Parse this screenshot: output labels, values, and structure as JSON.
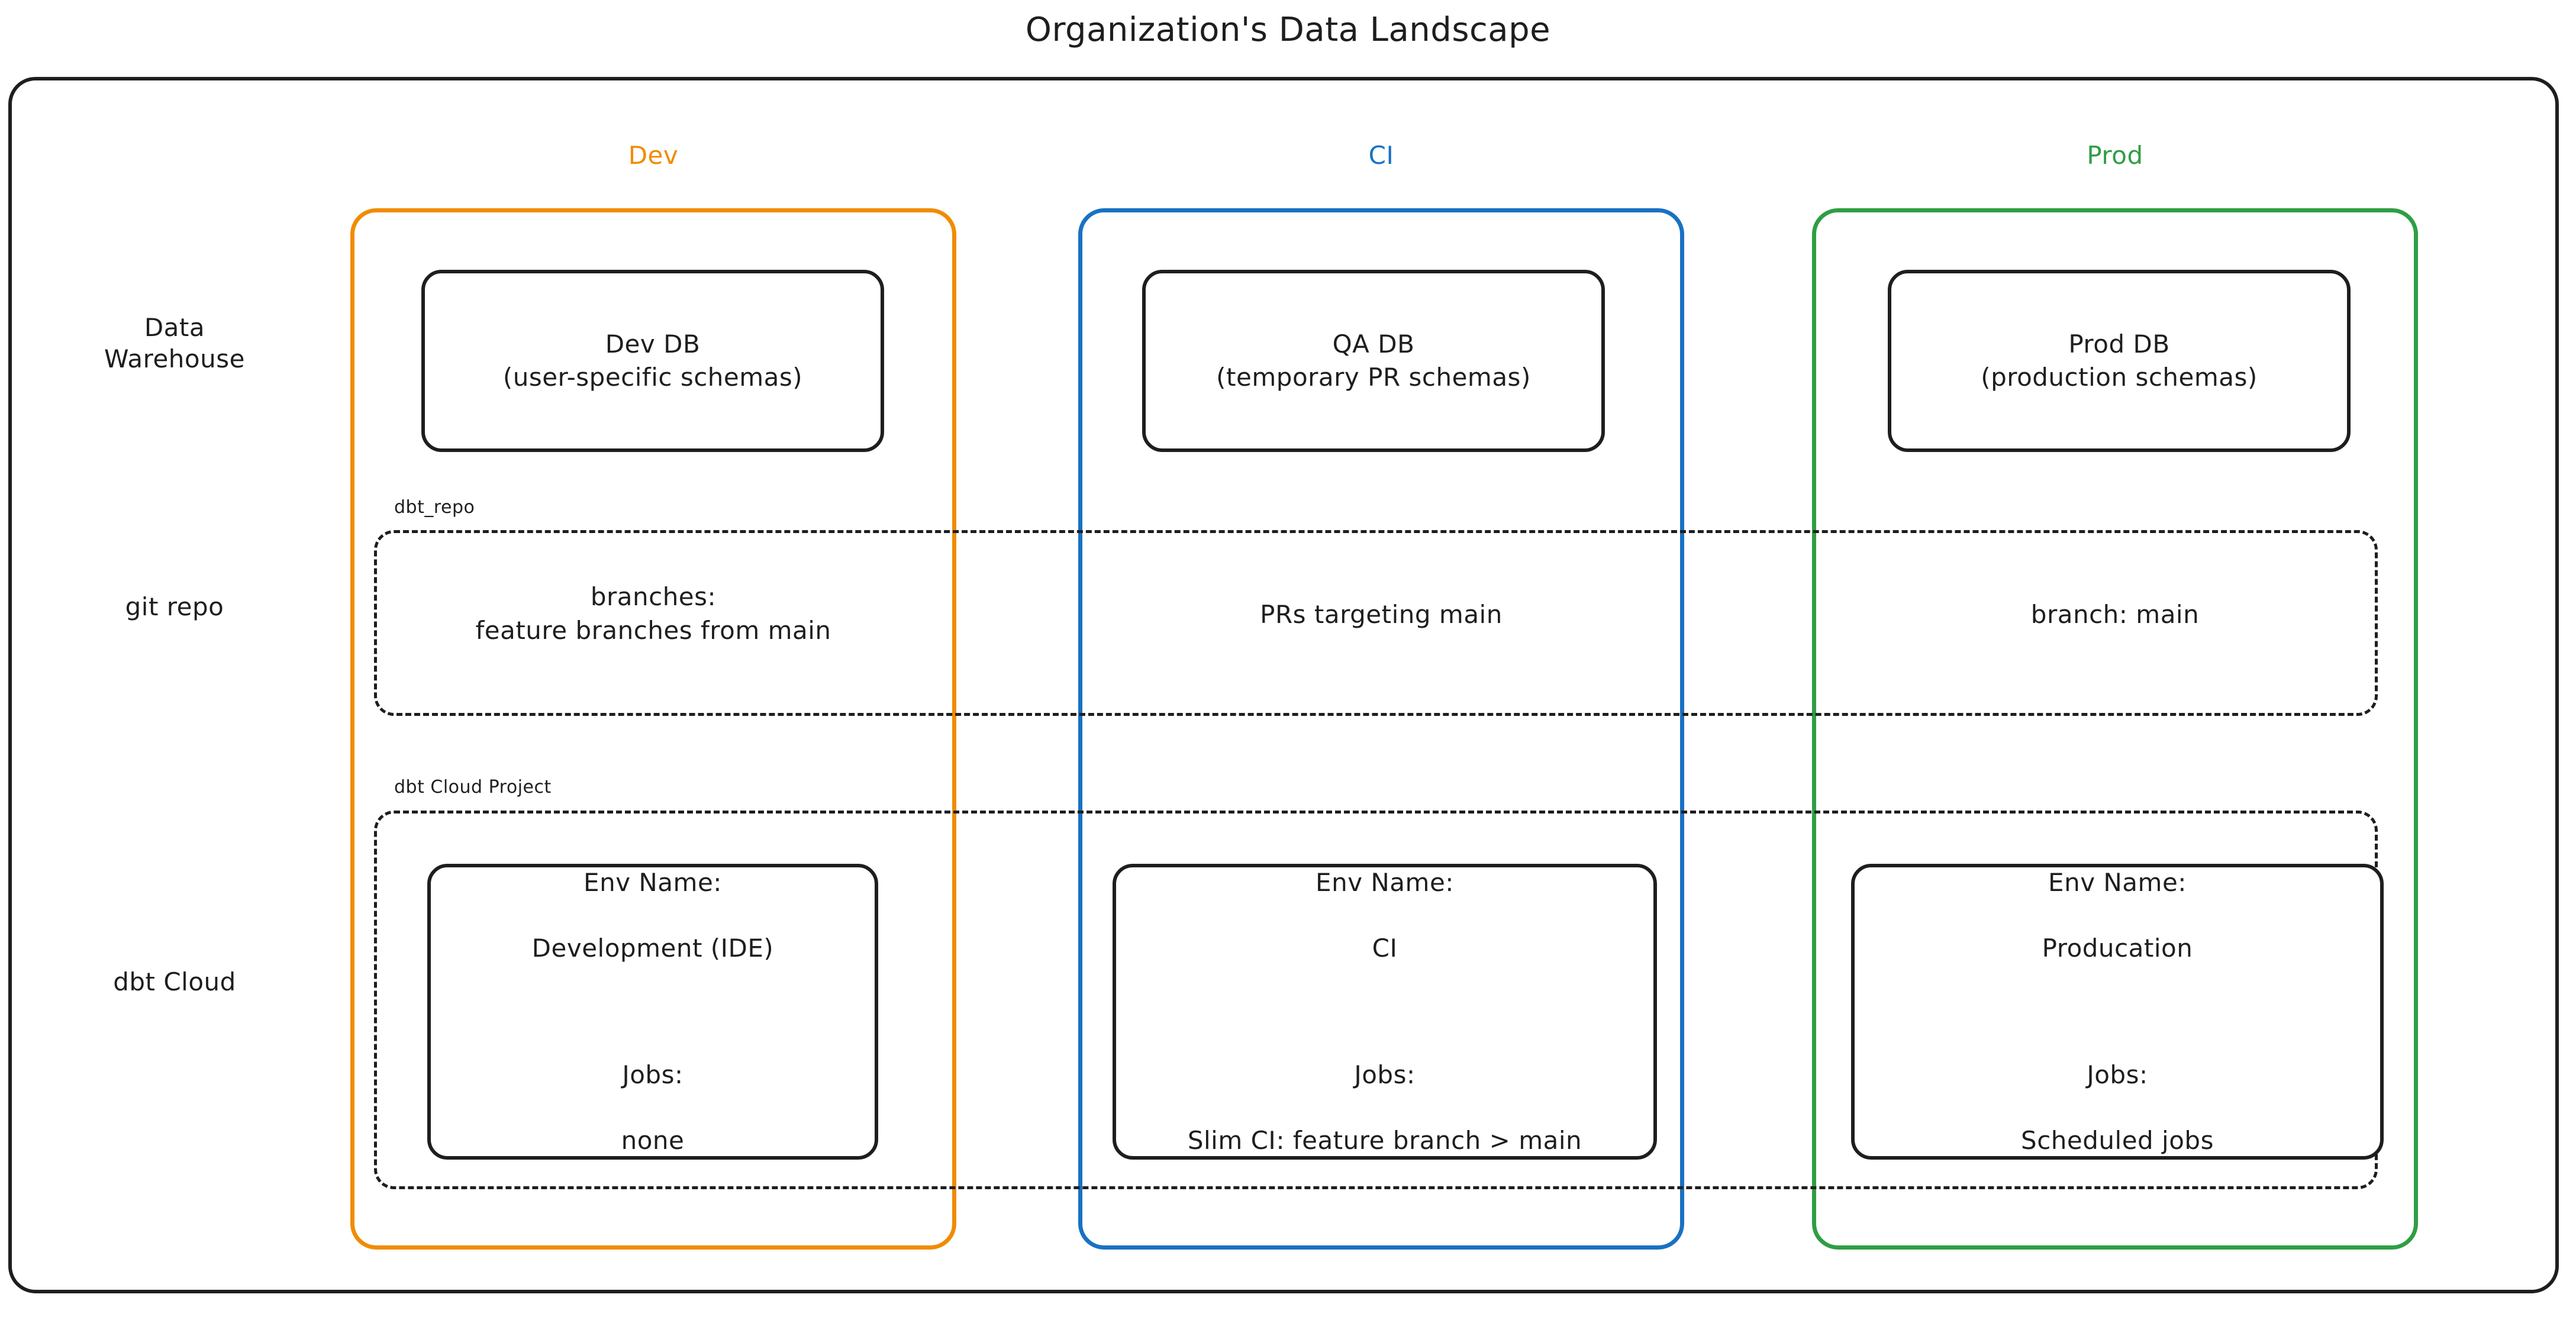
{
  "title": "Organization's Data Landscape",
  "colors": {
    "dev": "#f08c00",
    "ci": "#1971c2",
    "prod": "#2f9e44",
    "stroke": "#1e1e1e",
    "background": "#ffffff"
  },
  "columns": [
    {
      "key": "dev",
      "label": "Dev",
      "color": "#f08c00"
    },
    {
      "key": "ci",
      "label": "CI",
      "color": "#1971c2"
    },
    {
      "key": "prod",
      "label": "Prod",
      "color": "#2f9e44"
    }
  ],
  "rows": [
    {
      "key": "warehouse",
      "label": "Data\nWarehouse"
    },
    {
      "key": "git",
      "label": "git repo"
    },
    {
      "key": "dbtcloud",
      "label": "dbt Cloud"
    }
  ],
  "data_warehouse": {
    "dev": "Dev DB\n(user-specific schemas)",
    "ci": "QA DB\n(temporary PR schemas)",
    "prod": "Prod DB\n(production schemas)"
  },
  "git_repo": {
    "group_label": "dbt_repo",
    "dev": "branches:\nfeature branches from main",
    "ci": "PRs targeting main",
    "prod": "branch: main"
  },
  "dbt_cloud": {
    "group_label": "dbt Cloud Project",
    "dev": {
      "env_name_label": "Env Name:",
      "env_name_value": "Development (IDE)",
      "jobs_label": "Jobs:",
      "jobs_value": "none"
    },
    "ci": {
      "env_name_label": "Env Name:",
      "env_name_value": "CI",
      "jobs_label": "Jobs:",
      "jobs_value": "Slim CI: feature branch > main"
    },
    "prod": {
      "env_name_label": "Env Name:",
      "env_name_value": "Producation",
      "jobs_label": "Jobs:",
      "jobs_value": "Scheduled jobs"
    }
  }
}
